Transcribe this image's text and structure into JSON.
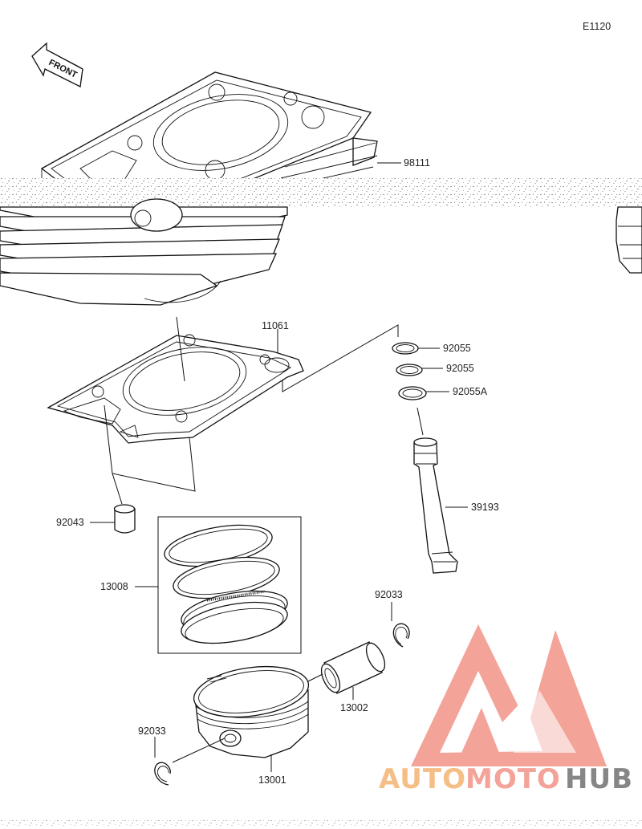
{
  "diagram_code": "E1120",
  "front_label": "FRONT",
  "parts": [
    {
      "number": "98111",
      "name": "cylinder"
    },
    {
      "number": "11061",
      "name": "cylinder-gasket"
    },
    {
      "number": "92055",
      "name": "o-ring-top"
    },
    {
      "number": "92055",
      "name": "o-ring-middle"
    },
    {
      "number": "92055A",
      "name": "o-ring-bottom"
    },
    {
      "number": "39193",
      "name": "oil-pipe"
    },
    {
      "number": "92043",
      "name": "dowel-pin"
    },
    {
      "number": "13008",
      "name": "piston-ring-set"
    },
    {
      "number": "92033",
      "name": "circlip-upper"
    },
    {
      "number": "13002",
      "name": "piston-pin"
    },
    {
      "number": "92033",
      "name": "circlip-lower"
    },
    {
      "number": "13001",
      "name": "piston"
    }
  ],
  "watermark": {
    "auto": "AUTO",
    "moto": "MOTO",
    "hub": "HUB",
    "color_primary": "#f39a8f",
    "color_secondary": "#f5b77a",
    "color_dark": "#7a7a7a"
  }
}
